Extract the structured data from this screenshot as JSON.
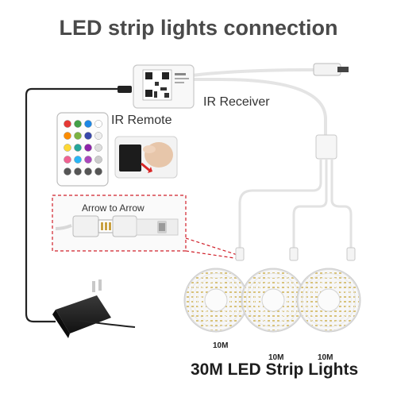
{
  "title": "LED strip lights connection",
  "labels": {
    "ir_receiver": "IR Receiver",
    "ir_remote": "IR Remote",
    "arrow_to_arrow": "Arrow to Arrow",
    "strip_length": "10M",
    "footer": "30M LED Strip Lights"
  },
  "colors": {
    "wire_white": "#f2f2f2",
    "wire_black": "#222222",
    "dashed_red": "#d0202a",
    "text_dark": "#333333"
  },
  "icons": [
    "ir-receiver-icon",
    "ir-remote-icon",
    "phone-hand-icon",
    "connector-icon",
    "led-reel-icon",
    "power-adapter-icon"
  ]
}
